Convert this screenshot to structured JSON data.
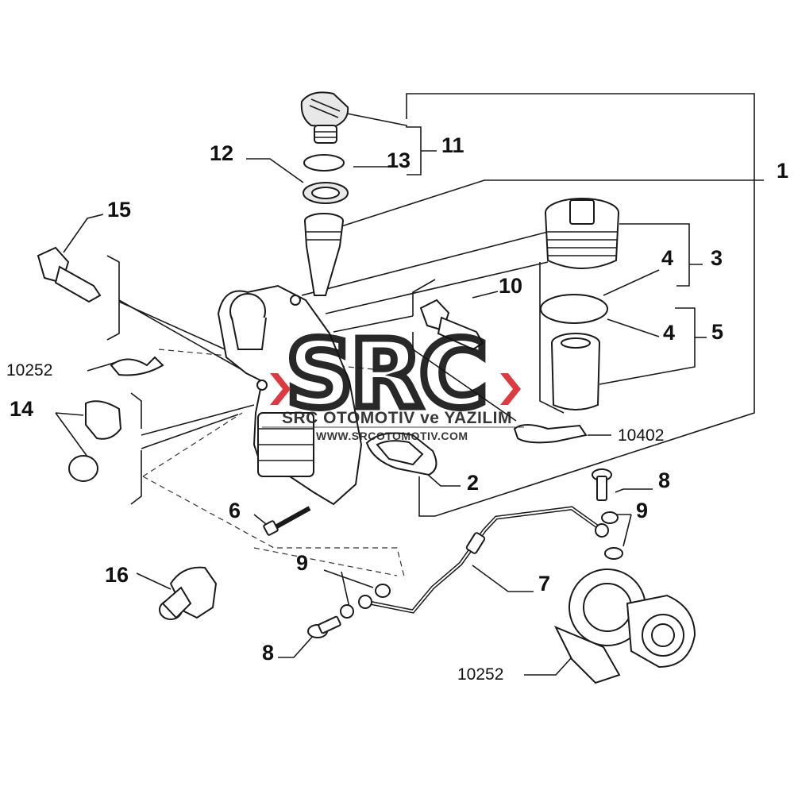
{
  "diagram": {
    "callouts": [
      {
        "id": "c1",
        "text": "1"
      },
      {
        "id": "c2",
        "text": "2"
      },
      {
        "id": "c3",
        "text": "3"
      },
      {
        "id": "c4a",
        "text": "4"
      },
      {
        "id": "c4b",
        "text": "4"
      },
      {
        "id": "c5",
        "text": "5"
      },
      {
        "id": "c6",
        "text": "6"
      },
      {
        "id": "c7",
        "text": "7"
      },
      {
        "id": "c8a",
        "text": "8"
      },
      {
        "id": "c8b",
        "text": "8"
      },
      {
        "id": "c9a",
        "text": "9"
      },
      {
        "id": "c9b",
        "text": "9"
      },
      {
        "id": "c10",
        "text": "10"
      },
      {
        "id": "c11",
        "text": "11"
      },
      {
        "id": "c12",
        "text": "12"
      },
      {
        "id": "c13",
        "text": "13"
      },
      {
        "id": "c14",
        "text": "14"
      },
      {
        "id": "c15",
        "text": "15"
      },
      {
        "id": "c16",
        "text": "16"
      },
      {
        "id": "r10252a",
        "text": "10252"
      },
      {
        "id": "r10402",
        "text": "10402"
      },
      {
        "id": "r10252b",
        "text": "10252"
      }
    ]
  },
  "watermark": {
    "logo_text": "SRC",
    "company_line": "SRC OTOMOTIV ve YAZILIM",
    "website": "WWW.SRCOTOMOTIV.COM",
    "accent_color": "#d8262c"
  }
}
